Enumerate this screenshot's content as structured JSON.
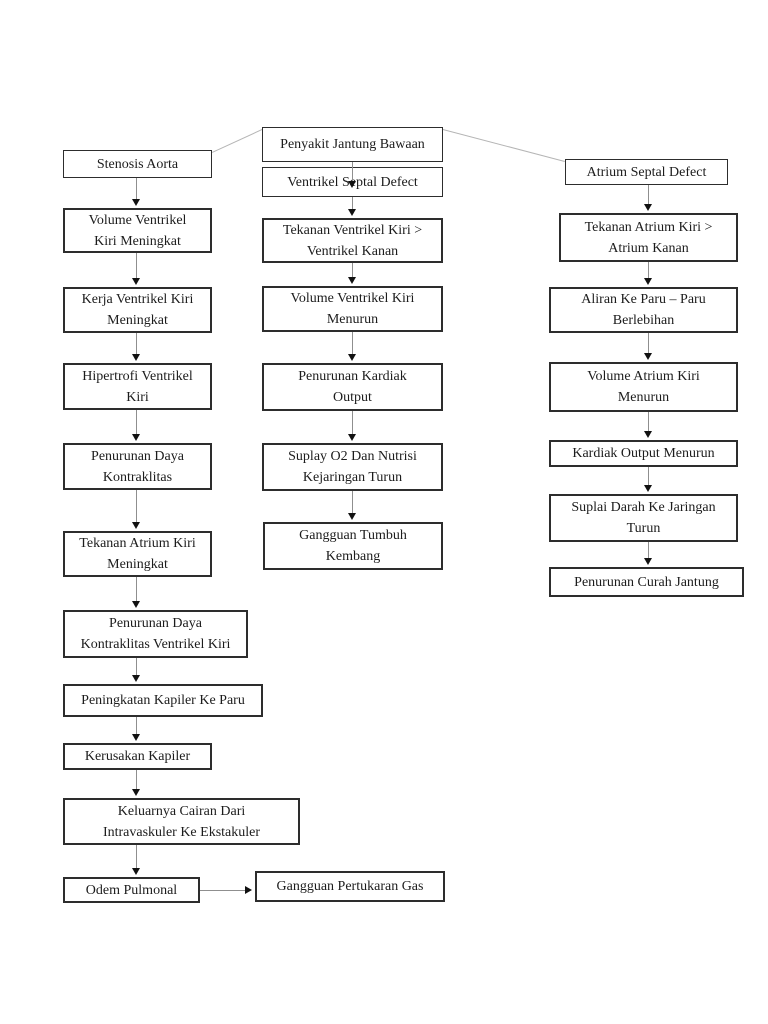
{
  "document": {
    "type": "flowchart-page",
    "background_color": "#ffffff",
    "root_label": "Penyakit Jantung Bawaan"
  },
  "colors": {
    "box_border": "#2d2d2d",
    "box_fill": "#ffffff",
    "text": "#1c1c1c",
    "arrow_shaft": "#8f8f8f",
    "arrow_head": "#111111",
    "diagonal_line": "#b5b5b5"
  },
  "nodes": {
    "penyakit_jantung_bawaan": {
      "label": [
        "Penyakit Jantung Bawaan"
      ]
    },
    "ventrikel_septal_defect": {
      "label": [
        "Ventrikel Septal Defect"
      ]
    },
    "stenosis_aorta": {
      "label": [
        "Stenosis Aorta"
      ]
    },
    "atrium_septal_defect": {
      "label": [
        "Atrium Septal Defect"
      ]
    },
    "volume_ventrikel_kiri_meningkat": {
      "label": [
        "Volume Ventrikel",
        "Kiri Meningkat"
      ]
    },
    "kerja_ventrikel_kiri_meningkat": {
      "label": [
        "Kerja Ventrikel Kiri",
        "Meningkat"
      ]
    },
    "hipertrofi_ventrikel_kiri": {
      "label": [
        "Hipertrofi Ventrikel",
        "Kiri"
      ]
    },
    "penurunan_daya_kontraklitas": {
      "label": [
        "Penurunan Daya",
        "Kontraklitas"
      ]
    },
    "tekanan_atrium_kiri_meningkat": {
      "label": [
        "Tekanan Atrium Kiri",
        "Meningkat"
      ]
    },
    "penurunan_daya_kontraklitas_ventrikel_kiri": {
      "label": [
        "Penurunan Daya",
        "Kontraklitas Ventrikel Kiri"
      ]
    },
    "peningkatan_kapiler_ke_paru": {
      "label": [
        "Peningkatan Kapiler Ke Paru"
      ]
    },
    "kerusakan_kapiler": {
      "label": [
        "Kerusakan Kapiler"
      ]
    },
    "keluarnya_cairan": {
      "label": [
        "Keluarnya Cairan Dari",
        "Intravaskuler Ke Ekstakuler"
      ]
    },
    "odem_pulmonal": {
      "label": [
        "Odem Pulmonal"
      ]
    },
    "gangguan_pertukaran_gas": {
      "label": [
        "Gangguan Pertukaran Gas"
      ]
    },
    "tekanan_ventrikel_kiri_gt_kanan": {
      "label": [
        "Tekanan Ventrikel Kiri >",
        "Ventrikel Kanan"
      ]
    },
    "volume_ventrikel_kiri_menurun": {
      "label": [
        "Volume Ventrikel Kiri",
        "Menurun"
      ]
    },
    "penurunan_kardiak_output": {
      "label": [
        "Penurunan Kardiak",
        "Output"
      ]
    },
    "suplay_o2_dan_nutrisi": {
      "label": [
        "Suplay O2 Dan Nutrisi",
        "Kejaringan Turun"
      ]
    },
    "gangguan_tumbuh_kembang": {
      "label": [
        "Gangguan Tumbuh",
        "Kembang"
      ]
    },
    "tekanan_atrium_kiri_gt_kanan": {
      "label": [
        "Tekanan Atrium Kiri >",
        "Atrium Kanan"
      ]
    },
    "aliran_ke_paru_berlebihan": {
      "label": [
        "Aliran Ke Paru – Paru",
        "Berlebihan"
      ]
    },
    "volume_atrium_kiri_menurun": {
      "label": [
        "Volume Atrium Kiri",
        "Menurun"
      ]
    },
    "kardiak_output_menurun": {
      "label": [
        "Kardiak Output Menurun"
      ]
    },
    "suplai_darah_ke_jaringan_turun": {
      "label": [
        "Suplai Darah Ke Jaringan",
        "Turun"
      ]
    },
    "penurunan_curah_jantung": {
      "label": [
        "Penurunan Curah Jantung"
      ]
    }
  }
}
